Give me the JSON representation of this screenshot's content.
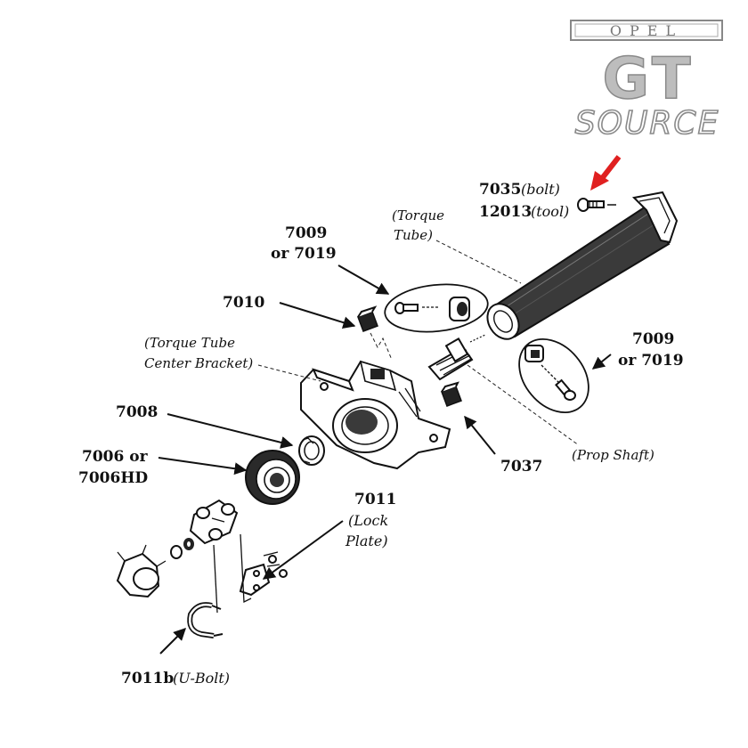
{
  "logo": {
    "brand": "OPEL",
    "model": "GT",
    "tagline": "SOURCE"
  },
  "callouts": {
    "c7035": {
      "part": "7035",
      "desc": "(bolt)"
    },
    "c12013": {
      "part": "12013",
      "desc": "(tool)"
    },
    "torque_tube": {
      "line1": "(Torque",
      "line2": "Tube)"
    },
    "c7009_top": {
      "line1": "7009",
      "line2": "or 7019"
    },
    "c7010": {
      "part": "7010"
    },
    "center_bracket": {
      "line1": "(Torque Tube",
      "line2": "Center Bracket)"
    },
    "c7009_right": {
      "line1": "7009",
      "line2": "or 7019"
    },
    "c7008": {
      "part": "7008"
    },
    "c7006": {
      "line1": "7006 or",
      "line2": "7006HD"
    },
    "c7037": {
      "part": "7037"
    },
    "prop_shaft": {
      "label": "(Prop Shaft)"
    },
    "c7011": {
      "part": "7011",
      "line1": "(Lock",
      "line2": "Plate)"
    },
    "c7011b": {
      "part": "7011b",
      "desc": "(U-Bolt)"
    }
  },
  "colors": {
    "highlight_arrow": "#e02020",
    "ink": "#111111",
    "logo_gray": "#8a8a8a"
  }
}
